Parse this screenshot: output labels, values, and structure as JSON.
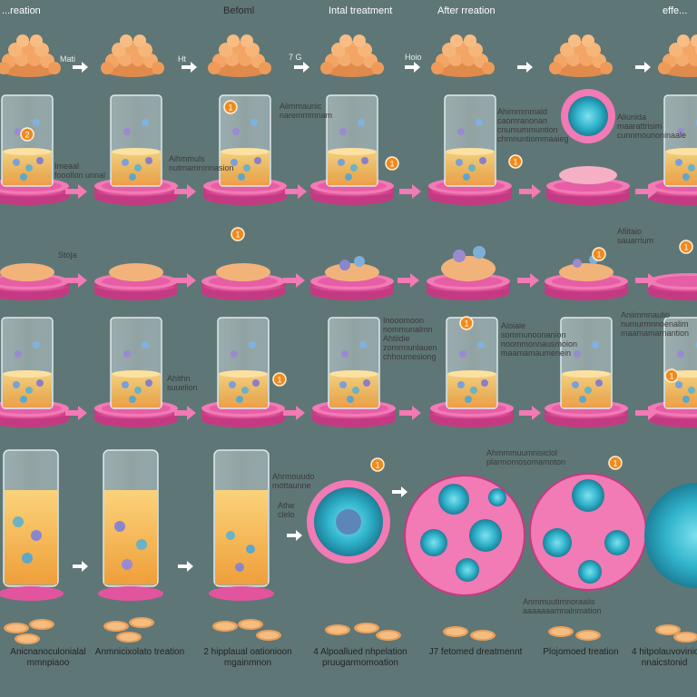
{
  "headers": [
    "...reation",
    "Befoml",
    "Intal treatment",
    "After rreation",
    "effe..."
  ],
  "top_labels": [
    "Mati",
    "Ht",
    "7 G",
    "Hoio"
  ],
  "side_labels": {
    "row1_b": "Imeaal\nfooollon unnal",
    "row1_c": "Aihmmuls\nnutmammnnasion",
    "row1_d": "Aiimmaunic\nnaremmmnam",
    "row1_f": "Ahimmmmald\ncaomranonan\ncnumummuntion\nchmnuntiommaaieg",
    "row1_g": "Aliunida\nmaarattrisim\ncunnmounoninaale",
    "row2_a": "Stoja",
    "row2_g": "Afiitaio\nsauarrium",
    "row3_b": "Ahithn\nsuuelion",
    "row3_d": "Inooomoon\nnommunalmn\nAhtiidie\nzomrmunlauen\nchhoumesiong",
    "row3_f": "Aloiale\nsommunoonanion\nnoommonnausmoion\nmaamamaumenein",
    "row3_g": "Aniimmnaulio\nnumurmnnoenalim\nmaamamarnantion",
    "row4_b": "Ahrmouudo\nmottaunne",
    "row4_b2": "Athe\nclelo",
    "row4_top": "Ahmmmuumnisiclol\nplarmomosomamoton",
    "row4_bottom": "Anmmuutimnoraaiis\naaaaaaamnalnmation"
  },
  "footers": [
    "Anicnanoculonialal\nmmnpiaoo",
    "Anmnicixolato treation",
    "2 hipplaual oationioon\nmgainmnon",
    "4 Alpoallued nhpelation\npruugarmomoation",
    "J7 fetomed dreatmennt",
    "Plojomoed treation",
    "4 hitpolauvovinion\nnnaicstonid"
  ],
  "step_markers": [
    "2",
    "1",
    "1",
    "1",
    "1",
    "1",
    "1",
    "1",
    "1",
    "1",
    "1",
    "1"
  ],
  "colors": {
    "background": "#5f7676",
    "tissue": "#e2559e",
    "cells": "#f0a45e",
    "liquid": "#f3b555",
    "nucleus": "#31b5cc",
    "marker": "#f08a1e",
    "arrow": "#f27ab5"
  }
}
